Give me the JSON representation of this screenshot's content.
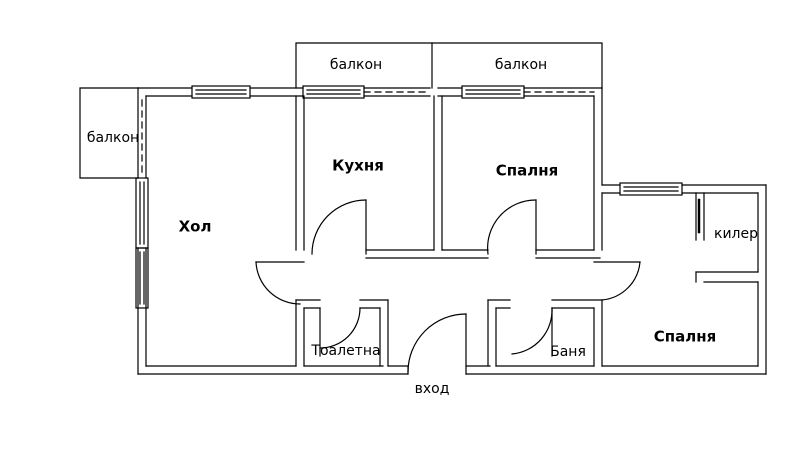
{
  "rooms": {
    "hol": "Хол",
    "kuhnya": "Кухня",
    "spalnya_top": "Спалня",
    "spalnya_right": "Спалня",
    "kiler": "килер",
    "toaletna": "Тоалетна",
    "banya": "Баня"
  },
  "balconies": {
    "left": "балкон",
    "top_left": "балкон",
    "top_right": "балкон"
  },
  "entrance": "вход",
  "colors": {
    "line": "#000000",
    "background": "#ffffff"
  }
}
